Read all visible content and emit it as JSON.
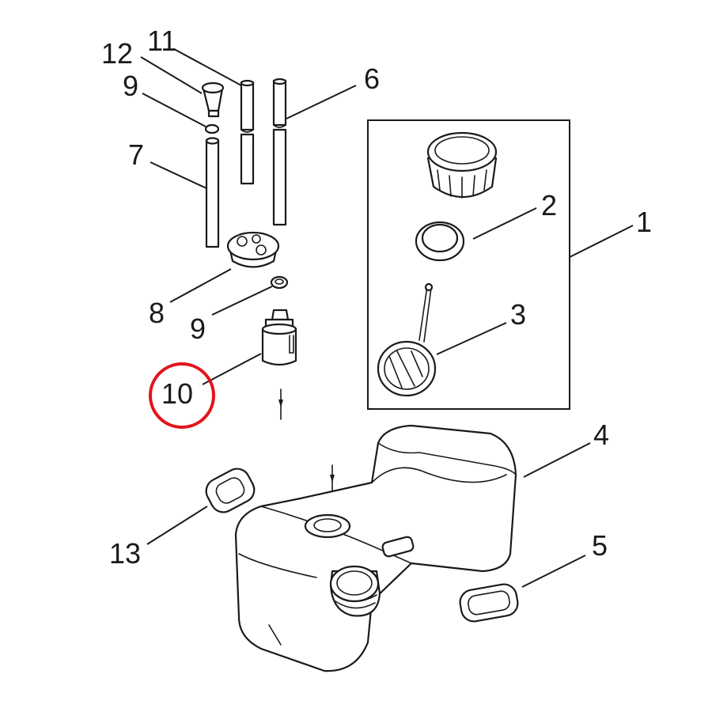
{
  "diagram": {
    "callouts": [
      {
        "id": "c12",
        "label": "12"
      },
      {
        "id": "c11",
        "label": "11"
      },
      {
        "id": "c9a",
        "label": "9"
      },
      {
        "id": "c6",
        "label": "6"
      },
      {
        "id": "c7",
        "label": "7"
      },
      {
        "id": "c2",
        "label": "2"
      },
      {
        "id": "c1",
        "label": "1"
      },
      {
        "id": "c8",
        "label": "8"
      },
      {
        "id": "c9b",
        "label": "9"
      },
      {
        "id": "c3",
        "label": "3"
      },
      {
        "id": "c10",
        "label": "10"
      },
      {
        "id": "c4",
        "label": "4"
      },
      {
        "id": "c13",
        "label": "13"
      },
      {
        "id": "c5",
        "label": "5"
      }
    ],
    "highlighted_callout": "10",
    "highlight_color": "#e3141b",
    "line_color": "#1a1a1a"
  }
}
